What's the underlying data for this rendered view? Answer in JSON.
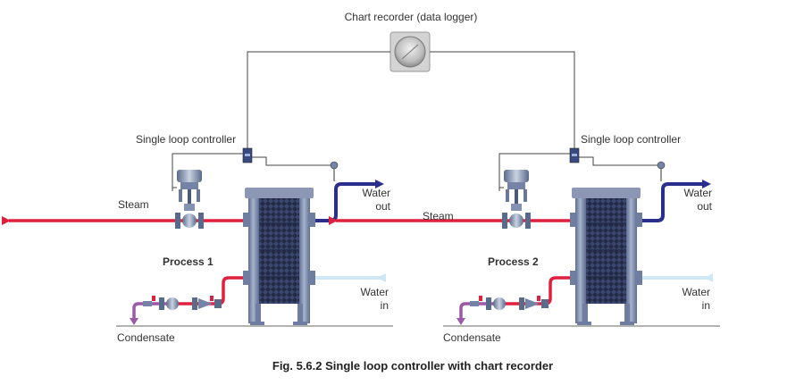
{
  "recorder_label": "Chart recorder (data logger)",
  "caption": "Fig. 5.6.2 Single loop controller with chart recorder",
  "left": {
    "controller_label": "Single loop controller",
    "steam_label": "Steam",
    "water_out_line1": "Water",
    "water_out_line2": "out",
    "water_in_line1": "Water",
    "water_in_line2": "in",
    "process_label": "Process 1",
    "condensate_label": "Condensate"
  },
  "right": {
    "controller_label": "Single loop controller",
    "steam_label": "Steam",
    "water_out_line1": "Water",
    "water_out_line2": "out",
    "water_in_line1": "Water",
    "water_in_line2": "in",
    "process_label": "Process 2",
    "condensate_label": "Condensate"
  },
  "colors": {
    "steam": "#e0203c",
    "hot_water": "#2a2f8e",
    "cold_water": "#cfe8f6",
    "condensate": "#9b5aa8",
    "frame": "#7f8fb0",
    "plates": "#2b3350",
    "signal_line": "#444444"
  }
}
